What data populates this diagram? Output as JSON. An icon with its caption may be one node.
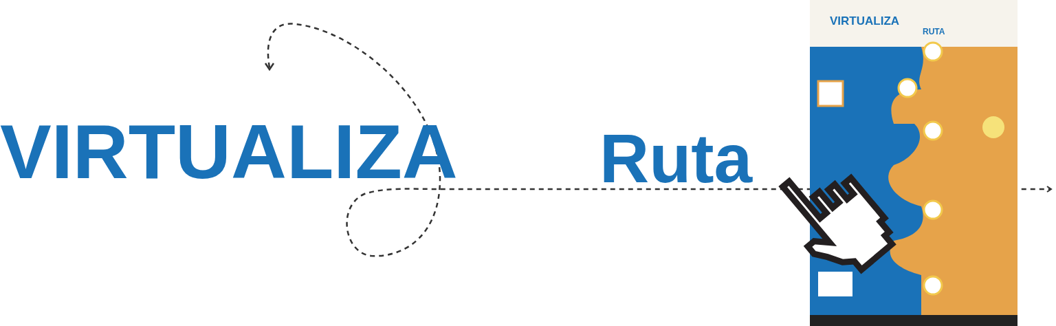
{
  "diagram": {
    "labels": [
      "VIRTUALIZA",
      "Ruta",
      "VIRTUALIZA",
      "RUTA"
    ]
  }
}
